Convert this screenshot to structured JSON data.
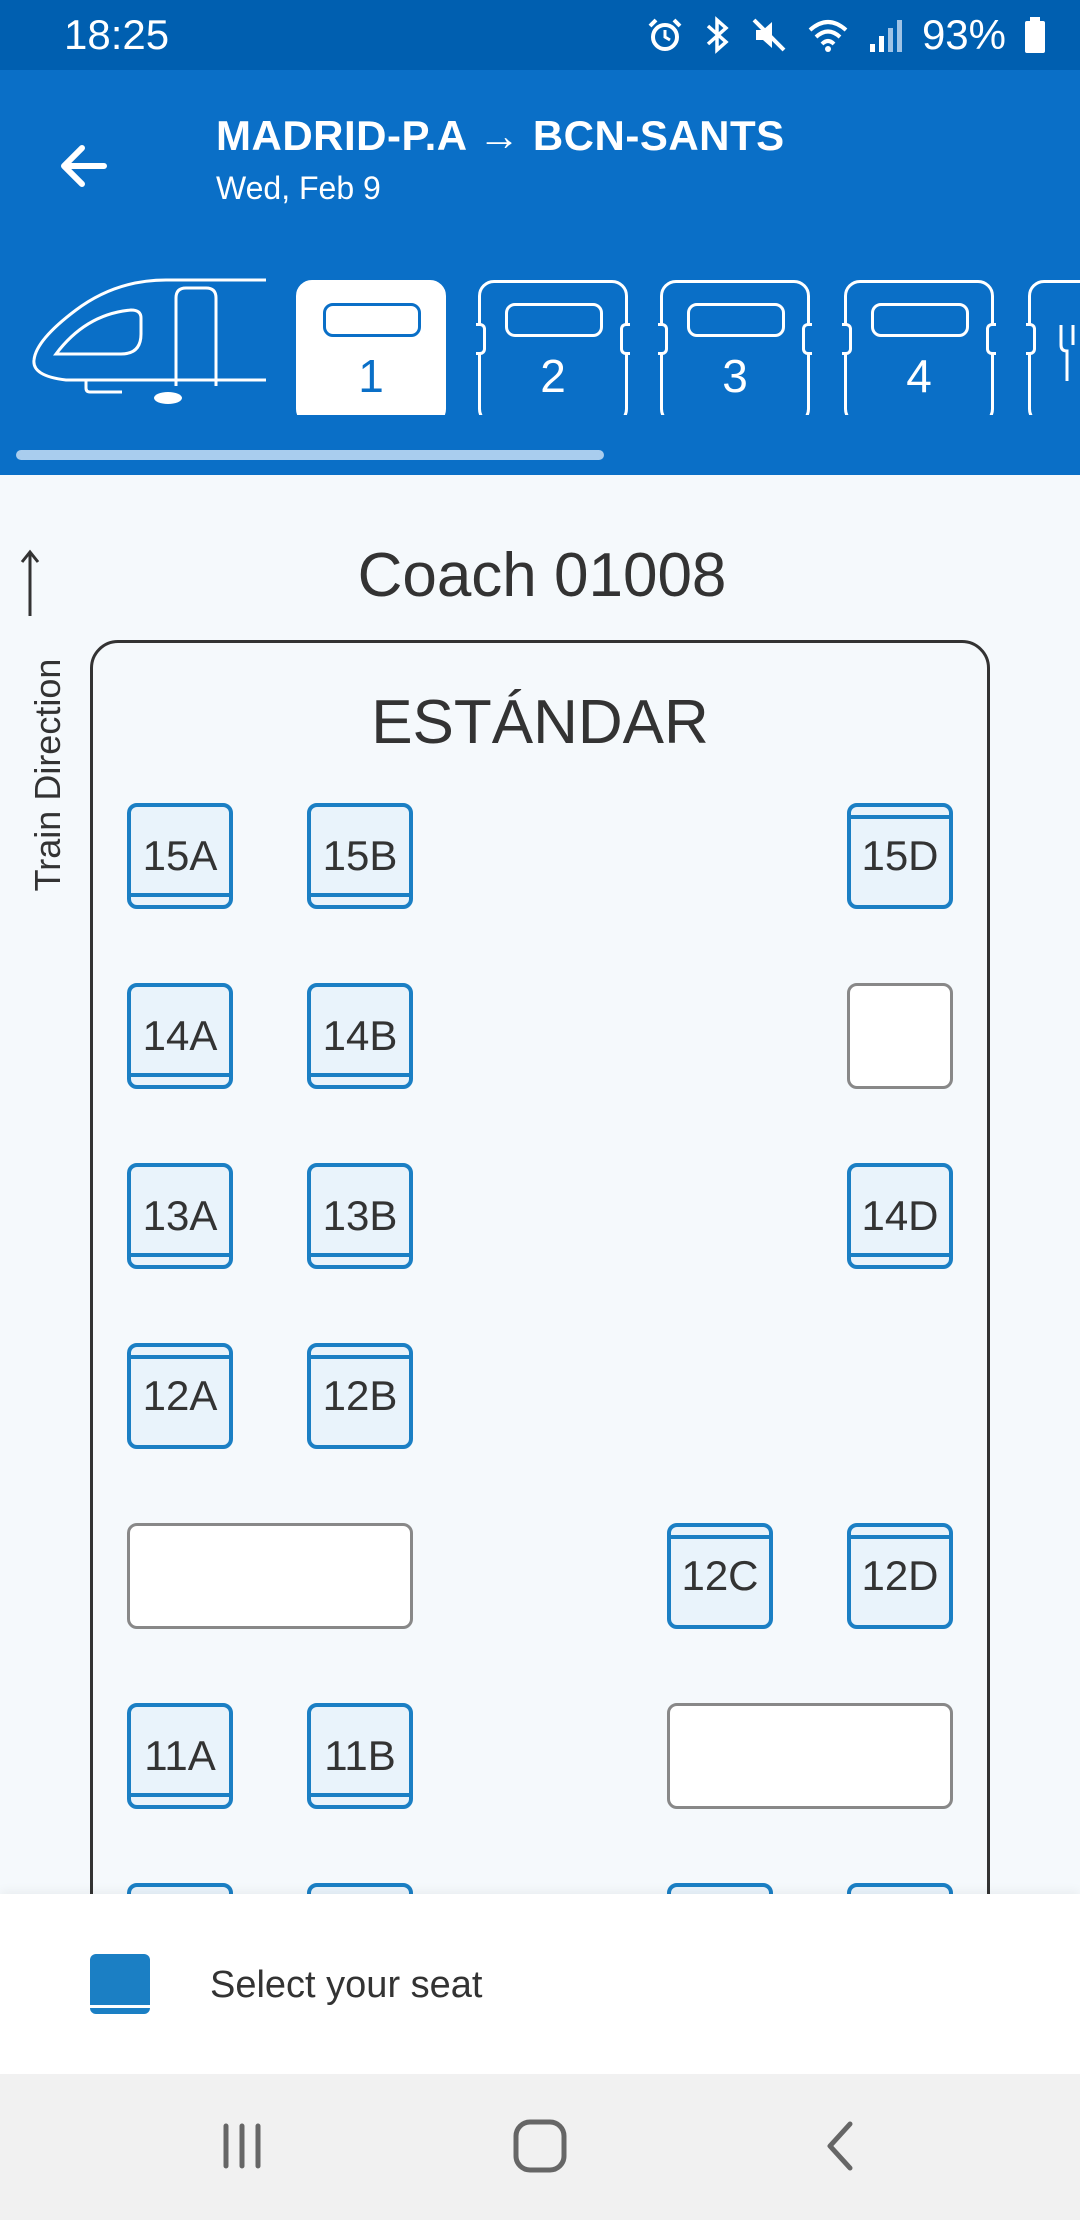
{
  "status_bar": {
    "time": "18:25",
    "battery": "93%",
    "icons": [
      "alarm-icon",
      "bluetooth-icon",
      "mute-icon",
      "wifi-icon",
      "signal-icon",
      "battery-icon"
    ]
  },
  "header": {
    "origin": "MADRID-P.A",
    "arrow": "→",
    "destination": "BCN-SANTS",
    "route": "MADRID-P.A → BCN-SANTS",
    "date": "Wed, Feb 9",
    "coaches": [
      {
        "number": "1",
        "active": true
      },
      {
        "number": "2",
        "active": false
      },
      {
        "number": "3",
        "active": false
      },
      {
        "number": "4",
        "active": false
      }
    ]
  },
  "main": {
    "train_direction": "Train Direction",
    "coach_title": "Coach 01008",
    "class_name": "ESTÁNDAR",
    "seats": [
      "15A",
      "15B",
      "15D",
      "14A",
      "14B",
      "13A",
      "13B",
      "14D",
      "12A",
      "12B",
      "12C",
      "12D",
      "11A",
      "11B"
    ]
  },
  "legend": {
    "label": "Select your seat"
  },
  "colors": {
    "brand_blue": "#0a6fc7",
    "status_bar": "#005fb0",
    "seat_border": "#1b7fc4",
    "seat_fill": "#e9f3fb"
  }
}
